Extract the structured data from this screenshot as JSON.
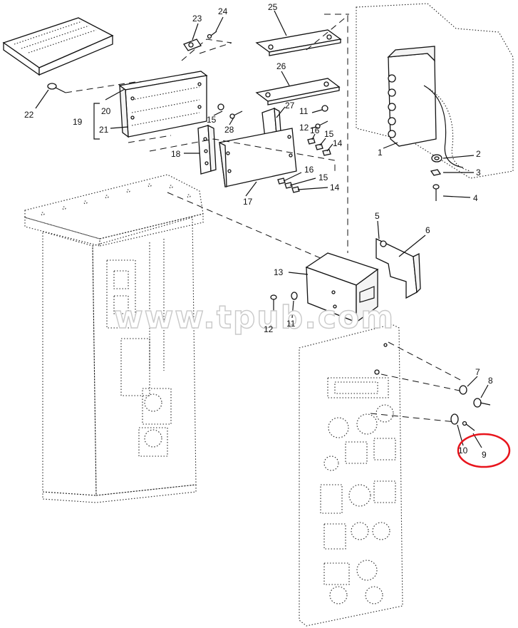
{
  "watermark": "www.tpub.com",
  "callouts": [
    {
      "id": "c1",
      "text": "1"
    },
    {
      "id": "c2",
      "text": "2"
    },
    {
      "id": "c3",
      "text": "3"
    },
    {
      "id": "c4",
      "text": "4"
    },
    {
      "id": "c5",
      "text": "5"
    },
    {
      "id": "c6",
      "text": "6"
    },
    {
      "id": "c7",
      "text": "7"
    },
    {
      "id": "c8",
      "text": "8"
    },
    {
      "id": "c9",
      "text": "9"
    },
    {
      "id": "c10",
      "text": "10"
    },
    {
      "id": "c11a",
      "text": "11"
    },
    {
      "id": "c11b",
      "text": "11"
    },
    {
      "id": "c12a",
      "text": "12"
    },
    {
      "id": "c12b",
      "text": "12"
    },
    {
      "id": "c13",
      "text": "13"
    },
    {
      "id": "c14a",
      "text": "14"
    },
    {
      "id": "c14b",
      "text": "14"
    },
    {
      "id": "c15a",
      "text": "15"
    },
    {
      "id": "c15b",
      "text": "15"
    },
    {
      "id": "c15c",
      "text": "15"
    },
    {
      "id": "c16a",
      "text": "16"
    },
    {
      "id": "c16b",
      "text": "16"
    },
    {
      "id": "c17",
      "text": "17"
    },
    {
      "id": "c18",
      "text": "18"
    },
    {
      "id": "c19",
      "text": "19"
    },
    {
      "id": "c20",
      "text": "20"
    },
    {
      "id": "c21",
      "text": "21"
    },
    {
      "id": "c22",
      "text": "22"
    },
    {
      "id": "c23",
      "text": "23"
    },
    {
      "id": "c24",
      "text": "24"
    },
    {
      "id": "c25",
      "text": "25"
    },
    {
      "id": "c26",
      "text": "26"
    },
    {
      "id": "c27",
      "text": "27"
    },
    {
      "id": "c28",
      "text": "28"
    }
  ],
  "highlight": {
    "target": "9",
    "color": "#e8141c"
  },
  "colors": {
    "ink": "#111111",
    "background": "#ffffff"
  }
}
